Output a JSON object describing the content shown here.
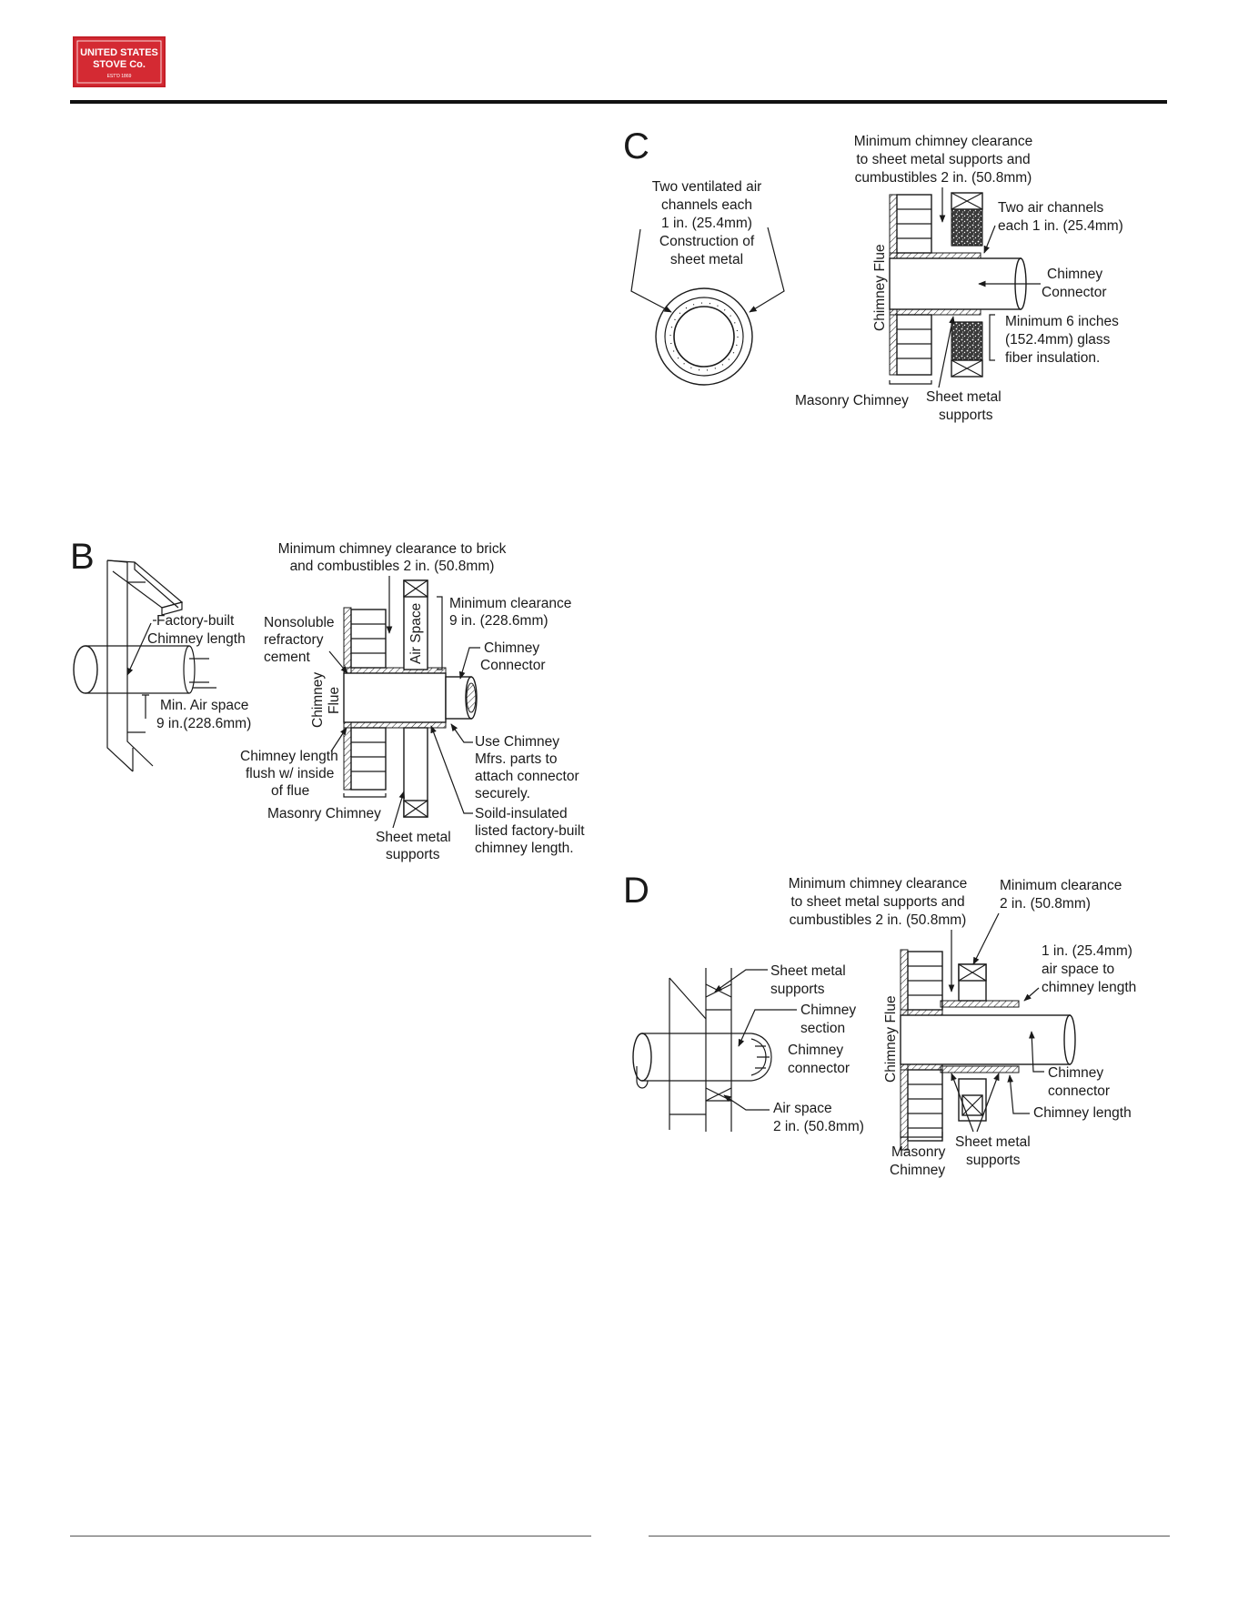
{
  "logo": {
    "line1": "UNITED STATES",
    "line2": "STOVE Co.",
    "line3": "EST'D 1869",
    "color": "#d42a33"
  },
  "figure_b": {
    "letter": "B",
    "top_note": [
      "Minimum chimney clearance to brick",
      "and combustibles 2 in. (50.8mm)"
    ],
    "factory_built": [
      "Factory-built",
      "Chimney length"
    ],
    "min_air_space": [
      "Min. Air space",
      "9 in.(228.6mm)"
    ],
    "nonsoluble": [
      "Nonsoluble",
      "refractory",
      "cement"
    ],
    "air_space": "Air Space",
    "min_clearance": [
      "Minimum clearance",
      "9 in. (228.6mm)"
    ],
    "chimney_connector": [
      "Chimney",
      "Connector"
    ],
    "chimney_flue": [
      "Chimney",
      "Flue"
    ],
    "chimney_length_flush": [
      "Chimney length",
      "flush w/ inside",
      "of flue"
    ],
    "use_chimney_mfrs": [
      "Use Chimney",
      "Mfrs. parts to",
      "attach connector",
      "securely."
    ],
    "masonry_chimney": "Masonry Chimney",
    "solid_insulated": [
      "Soild-insulated",
      "listed factory-built",
      "chimney length."
    ],
    "sheet_metal_supports": [
      "Sheet metal",
      "supports"
    ]
  },
  "figure_c": {
    "letter": "C",
    "ventilated": [
      "Two ventilated air",
      "channels each",
      "1 in. (25.4mm)",
      "Construction of",
      "sheet metal"
    ],
    "top_note": [
      "Minimum chimney clearance",
      "to sheet metal supports and",
      "cumbustibles 2 in. (50.8mm)"
    ],
    "two_air_channels": [
      "Two air channels",
      "each 1 in. (25.4mm)"
    ],
    "chimney_flue": "Chimney Flue",
    "chimney_connector": [
      "Chimney",
      "Connector"
    ],
    "min_6_inches": [
      "Minimum 6 inches",
      "(152.4mm) glass",
      "fiber insulation."
    ],
    "masonry_chimney": "Masonry Chimney",
    "sheet_metal_supports": [
      "Sheet metal",
      "supports"
    ]
  },
  "figure_d": {
    "letter": "D",
    "top_note": [
      "Minimum chimney clearance",
      "to sheet metal supports and",
      "cumbustibles 2 in. (50.8mm)"
    ],
    "min_clearance": [
      "Minimum clearance",
      "2 in. (50.8mm)"
    ],
    "sheet_metal_supports_left": [
      "Sheet metal",
      "supports"
    ],
    "chimney_section": [
      "Chimney",
      "section"
    ],
    "chimney_connector_left": [
      "Chimney",
      "connector"
    ],
    "air_space_left": [
      "Air space",
      "2 in. (50.8mm)"
    ],
    "air_space_to": [
      "1 in. (25.4mm)",
      "air space to",
      "chimney length"
    ],
    "chimney_flue": "Chimney Flue",
    "chimney_connector_right": [
      "Chimney",
      "connector"
    ],
    "chimney_length": "Chimney length",
    "masonry_chimney": [
      "Masonry",
      "Chimney"
    ],
    "sheet_metal_supports_right": [
      "Sheet metal",
      "supports"
    ]
  }
}
